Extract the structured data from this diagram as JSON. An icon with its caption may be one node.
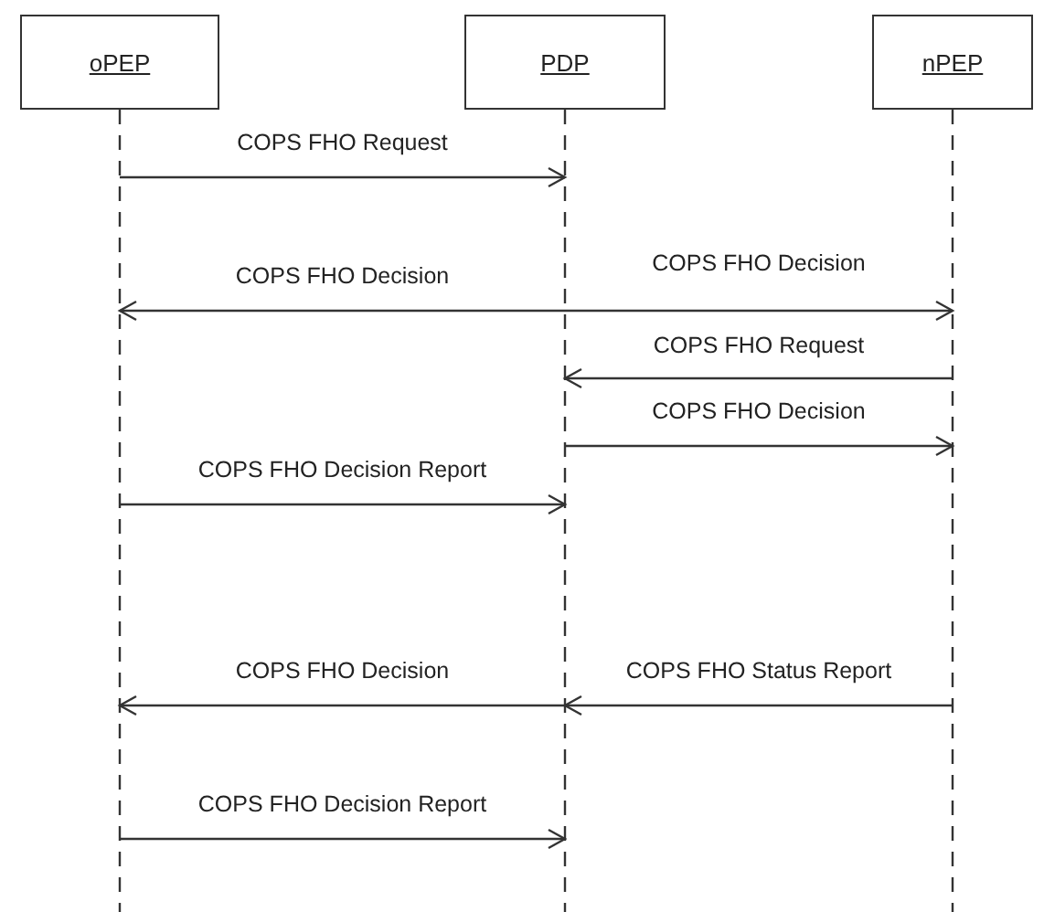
{
  "diagram": {
    "nodes": [
      {
        "text": [
          "oPEP"
        ]
      },
      {
        "text": [
          "PDP"
        ]
      },
      {
        "text": [
          "nPEP"
        ]
      }
    ],
    "edges": [
      {
        "from": 0,
        "to": 1,
        "arrow": "to",
        "label": "COPS FHO Request"
      },
      {
        "from": 1,
        "to": 0,
        "arrow": "to",
        "label": "COPS FHO Decision"
      },
      {
        "from": 1,
        "to": 2,
        "arrow": "to",
        "label": "COPS FHO Decision"
      },
      {
        "from": 2,
        "to": 1,
        "arrow": "to",
        "label": "COPS FHO Request"
      },
      {
        "from": 1,
        "to": 2,
        "arrow": "to",
        "label": "COPS FHO Decision"
      },
      {
        "from": 0,
        "to": 1,
        "arrow": "to",
        "label": "COPS FHO Decision Report"
      },
      {
        "from": 2,
        "to": 1,
        "arrow": "to",
        "label": "COPS FHO Status Report"
      },
      {
        "from": 1,
        "to": 0,
        "arrow": "to",
        "label": "COPS FHO Decision"
      },
      {
        "from": 0,
        "to": 1,
        "arrow": "to",
        "label": "COPS FHO Decision Report"
      }
    ]
  }
}
